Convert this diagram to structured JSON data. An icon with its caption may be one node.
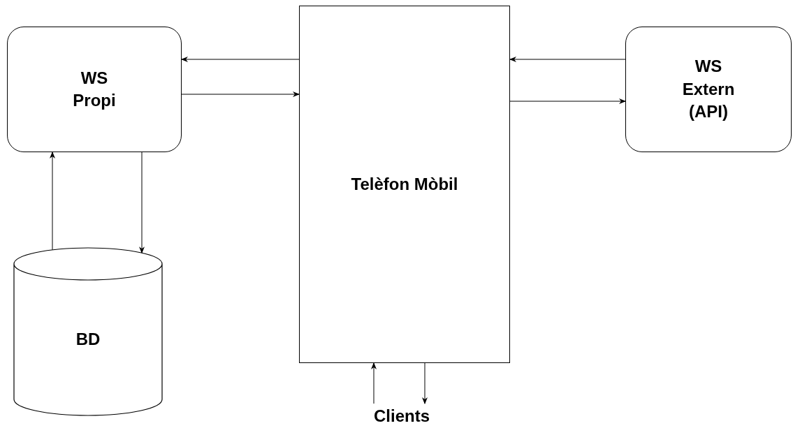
{
  "diagram": {
    "nodes": [
      {
        "text": [
          "WS Propi"
        ]
      },
      {
        "text": [
          "Telèfon Mòbil"
        ]
      },
      {
        "text": [
          "WS Extern (API)"
        ]
      },
      {
        "text": [
          "BD"
        ]
      },
      {
        "text": [
          "Clients"
        ]
      }
    ],
    "edges": [
      {
        "from": 1,
        "to": 0,
        "arrow": "to"
      },
      {
        "from": 0,
        "to": 1,
        "arrow": "to"
      },
      {
        "from": 2,
        "to": 1,
        "arrow": "to"
      },
      {
        "from": 1,
        "to": 2,
        "arrow": "to"
      },
      {
        "from": 3,
        "to": 0,
        "arrow": "to"
      },
      {
        "from": 0,
        "to": 3,
        "arrow": "to"
      },
      {
        "from": 4,
        "to": 1,
        "arrow": "to"
      },
      {
        "from": 1,
        "to": 4,
        "arrow": "to"
      }
    ]
  }
}
